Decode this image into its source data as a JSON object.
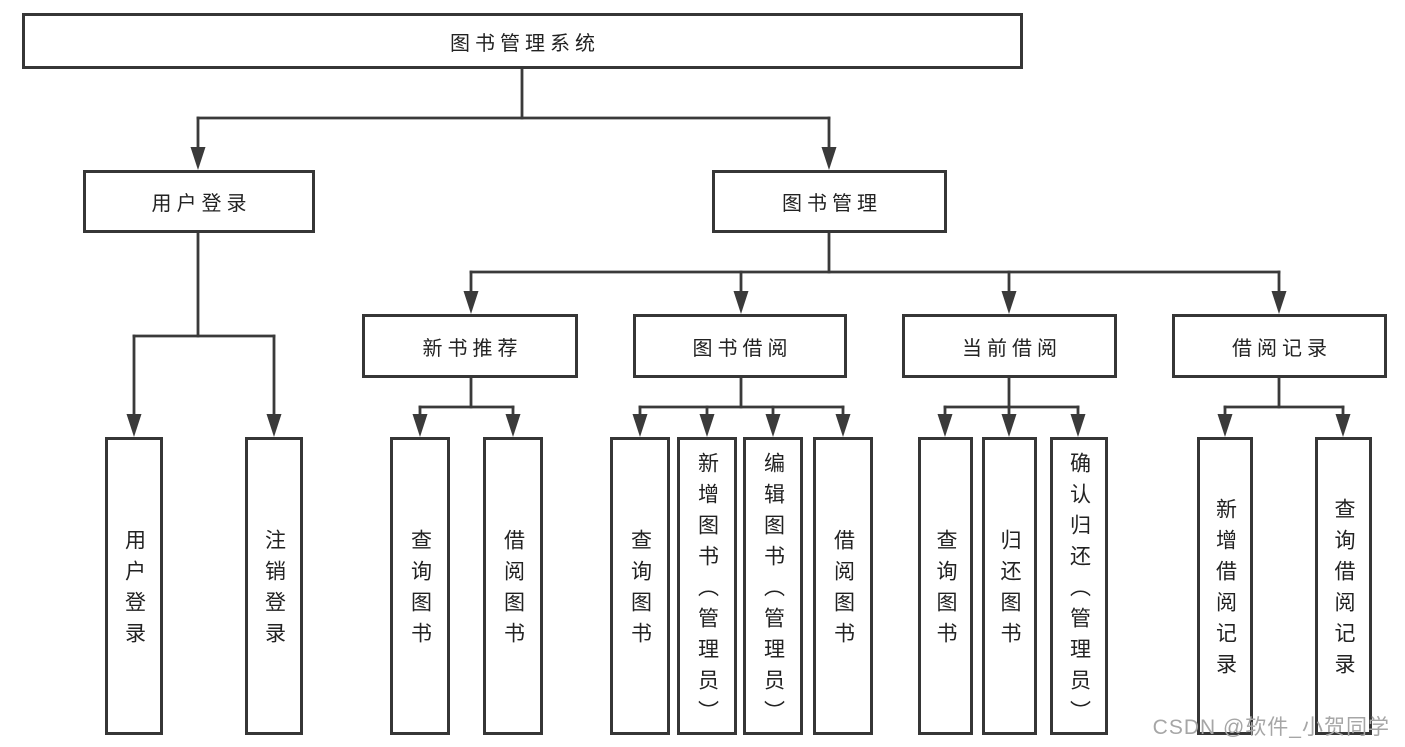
{
  "tree": {
    "root": {
      "label": "图书管理系统",
      "children": [
        {
          "label": "用户登录",
          "children": [
            {
              "label": "用户登录"
            },
            {
              "label": "注销登录"
            }
          ]
        },
        {
          "label": "图书管理",
          "children": [
            {
              "label": "新书推荐",
              "children": [
                {
                  "label": "查询图书"
                },
                {
                  "label": "借阅图书"
                }
              ]
            },
            {
              "label": "图书借阅",
              "children": [
                {
                  "label": "查询图书"
                },
                {
                  "label": "新增图书（管理员）"
                },
                {
                  "label": "编辑图书（管理员）"
                },
                {
                  "label": "借阅图书"
                }
              ]
            },
            {
              "label": "当前借阅",
              "children": [
                {
                  "label": "查询图书"
                },
                {
                  "label": "归还图书"
                },
                {
                  "label": "确认归还（管理员）"
                }
              ]
            },
            {
              "label": "借阅记录",
              "children": [
                {
                  "label": "新增借阅记录"
                },
                {
                  "label": "查询借阅记录"
                }
              ]
            }
          ]
        }
      ]
    }
  },
  "watermark": {
    "text": "CSDN @软件_小贺同学"
  },
  "colors": {
    "line": "#3a3a3a",
    "box_border": "#363636",
    "text": "#222222",
    "watermark": "#a6a6a6",
    "background": "#ffffff"
  }
}
